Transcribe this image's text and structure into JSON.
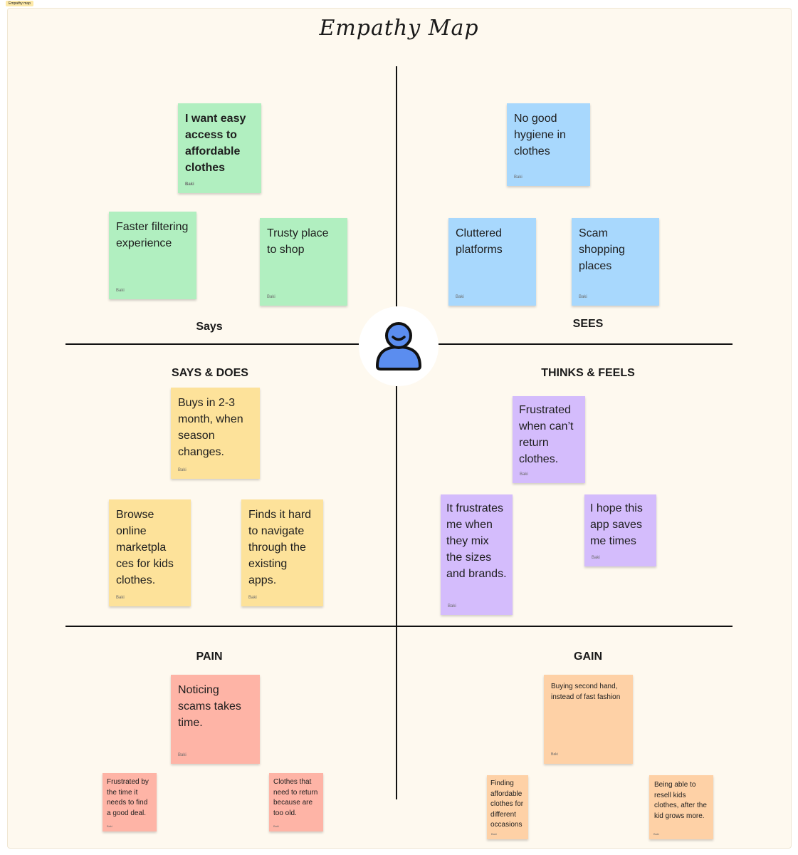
{
  "board_tag": "Empathy map",
  "title": "Empathy Map",
  "labels": {
    "says": "Says",
    "sees": "SEES",
    "says_does": "SAYS & DOES",
    "thinks_feels": "THINKS & FEELS",
    "pain": "PAIN",
    "gain": "GAIN"
  },
  "author": "Baki",
  "notes": {
    "says": [
      {
        "text": "I want easy access to affordable clothes"
      },
      {
        "text": "Faster filtering experience"
      },
      {
        "text": "Trusty place to shop"
      }
    ],
    "sees": [
      {
        "text": "No good hygiene in clothes"
      },
      {
        "text": "Cluttered platforms"
      },
      {
        "text": "Scam shopping places"
      }
    ],
    "says_does": [
      {
        "text": "Buys in 2-3 month, when season changes."
      },
      {
        "text": "Browse online marketpla ces for kids clothes."
      },
      {
        "text": "Finds it hard to navigate through the existing apps."
      }
    ],
    "thinks_feels": [
      {
        "text": "Frustrated when can’t return clothes."
      },
      {
        "text": "It frustrates me when they mix the sizes and brands."
      },
      {
        "text": "I  hope this app saves me times"
      }
    ],
    "pain": [
      {
        "text": "Noticing scams takes time."
      },
      {
        "text": "Frustrated by the time  it needs to find a good deal."
      },
      {
        "text": "Clothes that need to return because are too old."
      }
    ],
    "gain": [
      {
        "text": "Buying second hand, instead of fast fashion"
      },
      {
        "text": "Finding affordable clothes for different occasions"
      },
      {
        "text": "Being able to resell kids clothes, after the kid grows more."
      }
    ]
  },
  "colors": {
    "says": "#b1efc0",
    "sees": "#a8d8fd",
    "says_does": "#fde29a",
    "thinks_feels": "#d4bcfc",
    "pain": "#feb4a6",
    "gain": "#fed1a6",
    "avatar": "#5b8def"
  },
  "icons": {
    "avatar": "user-avatar-icon"
  }
}
